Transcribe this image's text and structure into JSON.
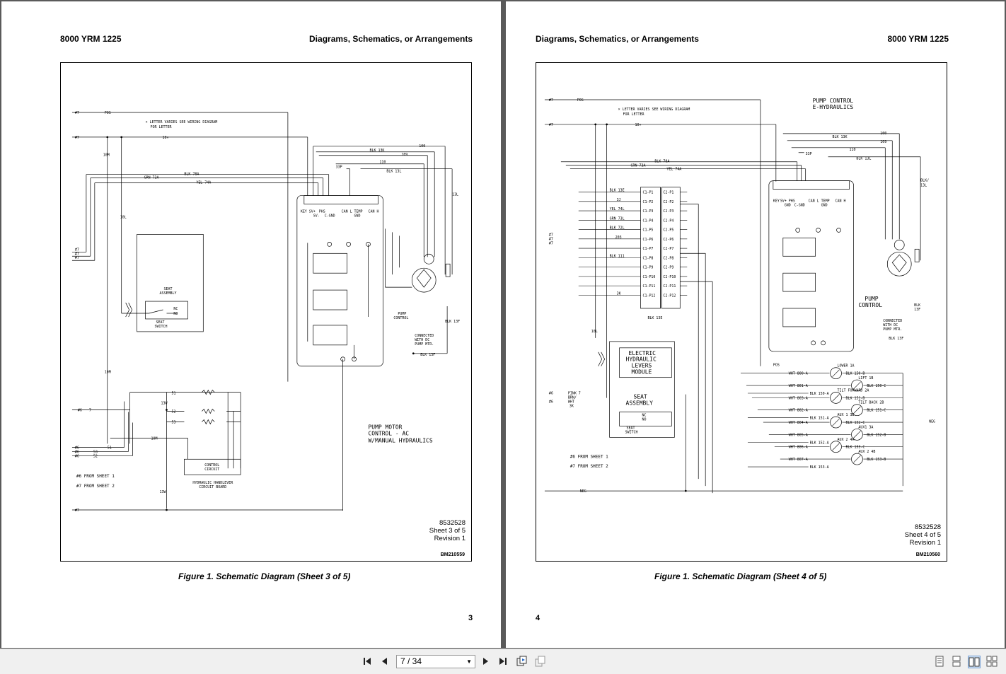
{
  "left_page": {
    "header_left": "8000 YRM 1225",
    "header_right": "Diagrams, Schematics, or Arrangements",
    "caption": "Figure 1.  Schematic Diagram (Sheet 3 of 5)",
    "page_number": "3",
    "drawing_number": "8532528",
    "sheet": "Sheet 3 of 5",
    "revision": "Revision 1",
    "bm": "BM210559",
    "schematic": {
      "note_1": "× LETTER VARIES SEE WIRING DIAGRAM",
      "note_2": "FOR LETTER",
      "title_1": "PUMP MOTOR",
      "title_2": "CONTROL - AC",
      "title_3": "W/MANUAL HYDRAULICS",
      "from_1": "#6 FROM SHEET 1",
      "from_2": "#7 FROM SHEET 2",
      "seat_assembly_1": "SEAT",
      "seat_assembly_2": "ASSEMBLY",
      "seat_switch_1": "SEAT",
      "seat_switch_2": "SWITCH",
      "pump_control_1": "PUMP",
      "pump_control_2": "CONTROL",
      "connected_1": "CONNECTED",
      "connected_2": "WITH DC",
      "connected_3": "PUMP MTR.",
      "control_circuit_1": "CONTROL",
      "control_circuit_2": "CIRCUIT",
      "handlever_1": "HYDRAULIC HANDLEVER",
      "handlever_2": "CIRCUIT BOARD",
      "wires": [
        "#7",
        "POS",
        "#7",
        "10×",
        "10M",
        "BLK 78A",
        "GRN 73A",
        "YEL 74A",
        "BLK 13K",
        "100",
        "109",
        "110",
        "33P",
        "BLK 13L",
        "13L",
        "10L",
        "BLK 13F",
        "BLK 13F",
        "10M",
        "#6",
        "7",
        "51",
        "52",
        "53",
        "13W",
        "10M",
        "#6",
        "#6",
        "#6",
        "51",
        "53",
        "52",
        "13W",
        "#7",
        "NC",
        "NO",
        "#7",
        "#7",
        "#7"
      ],
      "pins": [
        "KEY",
        "SV+",
        "SV-",
        "PHS",
        "C-GND",
        "CAN L",
        "TEMP",
        "GND",
        "CAN H"
      ]
    }
  },
  "right_page": {
    "header_left": "Diagrams, Schematics, or Arrangements",
    "header_right": "8000 YRM 1225",
    "caption": "Figure 1.  Schematic Diagram (Sheet 4 of 5)",
    "page_number": "4",
    "drawing_number": "8532528",
    "sheet": "Sheet 4 of 5",
    "revision": "Revision 1",
    "bm": "BM210560",
    "schematic": {
      "note_1": "× LETTER VARIES SEE WIRING DIAGRAM",
      "note_2": "FOR LETTER",
      "title_1": "PUMP CONTROL",
      "title_2": "E-HYDRAULICS",
      "pump_control_1": "PUMP",
      "pump_control_2": "CONTROL",
      "connected_1": "CONNECTED",
      "connected_2": "WITH DC",
      "connected_3": "PUMP MTR.",
      "blk13f": "BLK 13F",
      "ehl_1": "ELECTRIC",
      "ehl_2": "HYDRAULIC",
      "ehl_3": "LEVERS",
      "ehl_4": "MODULE",
      "seat_1": "SEAT",
      "seat_2": "ASSEMBLY",
      "from_1": "#6 FROM SHEET 1",
      "from_2": "#7 FROM SHEET 2",
      "neg": "NEG",
      "pos": "POS",
      "conn_left": [
        "C1-P1",
        "C1-P2",
        "C1-P3",
        "C1-P4",
        "C1-P5",
        "C1-P6",
        "C1-P7",
        "C1-P8",
        "C1-P9",
        "C1-P10",
        "C1-P11",
        "C1-P12"
      ],
      "conn_right": [
        "C2-P1",
        "C2-P2",
        "C2-P3",
        "C2-P4",
        "C2-P5",
        "C2-P6",
        "C2-P7",
        "C2-P8",
        "C2-P9",
        "C2-P10",
        "C2-P11",
        "C2-P12"
      ],
      "conn_wires": [
        "BLK 13E",
        "3J",
        "YEL 74L",
        "GRN 73L",
        "BLK 72L",
        "203",
        "",
        "BLK 111",
        "",
        "",
        "",
        "3K"
      ],
      "valves": [
        {
          "wire_in": "WHT 800-A",
          "name": "LOWER 1A",
          "wire_out": "BLK 150-B"
        },
        {
          "wire_in": "WHT 801-A",
          "name": "LIFT 1B",
          "wire_out": "BLK 150-C"
        },
        {
          "wire_in": "WHT 803-A",
          "name": "TILT FORWARD 2A",
          "wire_out": "BLK 151-B"
        },
        {
          "wire_in": "WHT 802-A",
          "name": "TILT BACK 2B",
          "wire_out": "BLK 151-C"
        },
        {
          "wire_in": "WHT 804-A",
          "name": "AUX 1 3B",
          "wire_out": "BLK 152-C"
        },
        {
          "wire_in": "WHT 805-A",
          "name": "AUX1 3A",
          "wire_out": "BLK 152-B"
        },
        {
          "wire_in": "WHT 806-A",
          "name": "AUX 2 4A",
          "wire_out": "BLK 153-C"
        },
        {
          "wire_in": "WHT 807-A",
          "name": "AUX 2 4B",
          "wire_out": "BLK 153-B"
        }
      ],
      "returns": [
        "BLK 150-A",
        "BLK 151-A",
        "BLK 152-A",
        "BLK 153-A"
      ],
      "wires": [
        "#7",
        "POS",
        "#7",
        "10×",
        "BLK 13K",
        "100",
        "109",
        "110",
        "33P",
        "BLK 13L",
        "BLK 78A",
        "GRN 73A",
        "YEL 74A",
        "BLK/",
        "13L",
        "BLK",
        "13F",
        "BLK 13E",
        "10L",
        "#6",
        "PINK 7",
        "BRN/",
        "WHT",
        "3K",
        "#6",
        "#7",
        "#7",
        "#7",
        "NEG",
        "NC",
        "NO",
        "SEAT",
        "SWITCH"
      ],
      "pins": [
        "KEY",
        "SV+",
        "GND",
        "PHS",
        "C-GND",
        "CAN L",
        "TEMP",
        "GND",
        "CAN H"
      ]
    }
  },
  "toolbar": {
    "page_indicator": "7 / 34",
    "first_icon": "first-page-icon",
    "prev_icon": "previous-page-icon",
    "next_icon": "next-page-icon",
    "last_icon": "last-page-icon"
  }
}
